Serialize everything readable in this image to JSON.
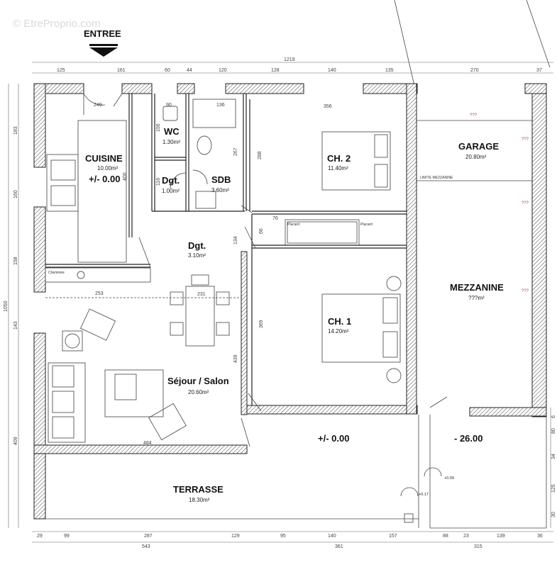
{
  "watermark": "© EtreProprio.com",
  "entry_label": "ENTREE",
  "rooms": {
    "cuisine": {
      "name": "CUISINE",
      "area": "10.00m²",
      "level": "+/- 0.00"
    },
    "wc": {
      "name": "WC",
      "area": "1.30m²"
    },
    "dgt_small": {
      "name": "Dgt.",
      "area": "1.00m²"
    },
    "sdb": {
      "name": "SDB",
      "area": "3.60m²"
    },
    "ch2": {
      "name": "CH. 2",
      "area": "11.40m²"
    },
    "garage": {
      "name": "GARAGE",
      "area": "20.80m²"
    },
    "dgt": {
      "name": "Dgt.",
      "area": "3.10m²"
    },
    "ch1": {
      "name": "CH. 1",
      "area": "14.20m²"
    },
    "mezzanine": {
      "name": "MEZZANINE",
      "area": "???m²"
    },
    "sejour": {
      "name": "Séjour / Salon",
      "area": "20.60m²"
    },
    "terrasse": {
      "name": "TERRASSE",
      "area": "18.30m²"
    }
  },
  "levels": {
    "ext_left": "+/- 0.00",
    "ext_right": "- 26.00",
    "arrow1": "+0.09",
    "arrow2": "+0.17"
  },
  "labels": {
    "cheminee": "Cheminée",
    "placard_1": "Placard",
    "placard_2": "Placard",
    "limite_mezz": "LIMITE MEZZANINE",
    "garage_q_top": "???",
    "garage_q_right": "???",
    "garage_q_mid": "???",
    "garage_q_mezz": "???"
  },
  "dims": {
    "top_total": "1219",
    "top_row": [
      "125",
      "161",
      "60",
      "44",
      "120",
      "128",
      "140",
      "135",
      "270",
      "37"
    ],
    "bottom_row": [
      "29",
      "99",
      "287",
      "129",
      "95",
      "140",
      "157",
      "88",
      "23",
      "139",
      "36"
    ],
    "bottom_totals": [
      "543",
      "361",
      "315"
    ],
    "left_col": [
      "183",
      "160",
      "158",
      "143",
      "409"
    ],
    "left_total": "1050",
    "right_col": [
      "6",
      "80",
      "34",
      "125",
      "30"
    ],
    "interior": {
      "cuisine_w": "249",
      "cuisine_h": "400",
      "wc_w": "90",
      "wc_h": "156",
      "dgt_h": "116",
      "sdb_w": "136",
      "sdb_h": "267",
      "ch2_w": "356",
      "ch2_h": "288",
      "placard_w": "76",
      "placard_h": "66",
      "dgt_h2": "134",
      "sejour_w1": "253",
      "sejour_w2": "231",
      "sejour_w3": "484",
      "ch1_h": "369",
      "sejour_h": "439"
    }
  }
}
